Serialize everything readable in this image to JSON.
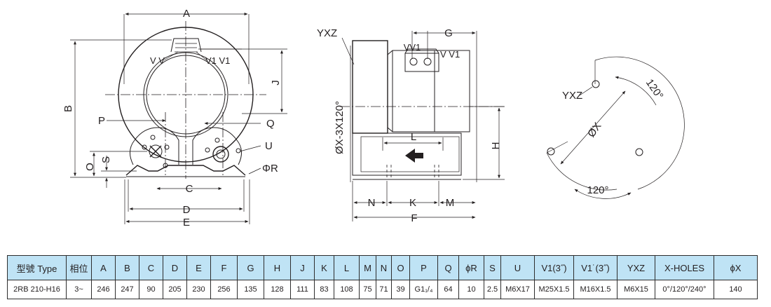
{
  "dimension_labels": {
    "A": "A",
    "B": "B",
    "C": "C",
    "D": "D",
    "E": "E",
    "F": "F",
    "G": "G",
    "H": "H",
    "J": "J",
    "K": "K",
    "L": "L",
    "M": "M",
    "N": "N",
    "O": "O",
    "P": "P",
    "Q": "Q",
    "S": "S",
    "U": "U",
    "R": "ΦR",
    "vv_left": "V V",
    "v1v1": "V1 V1",
    "vv1_side": "VV1",
    "vv1_side2": "V V1",
    "yxz_side": "YXZ",
    "yxz_holes": "YXZ",
    "dia_x_side": "ØX-3X120°",
    "dia_x_holes": "ØX",
    "angle_top": "120°",
    "angle_bottom": "120°"
  },
  "spec_table": {
    "headers": [
      "型號 Type",
      "相位",
      "A",
      "B",
      "C",
      "D",
      "E",
      "F",
      "G",
      "H",
      "J",
      "K",
      "L",
      "M",
      "N",
      "O",
      "P",
      "Q",
      "ϕR",
      "S",
      "U",
      "V1(3˝)",
      "V1˙(3˝)",
      "YXZ",
      "X-HOLES",
      "ϕX"
    ],
    "rows": [
      [
        "2RB 210-H16",
        "3~",
        "246",
        "247",
        "90",
        "205",
        "230",
        "256",
        "135",
        "128",
        "111",
        "83",
        "108",
        "75",
        "71",
        "39",
        "G1₁/₄",
        "64",
        "10",
        "2.5",
        "M6X17",
        "M25X1.5",
        "M16X1.5",
        "M6X15",
        "0°/120°/240°",
        "140"
      ]
    ]
  }
}
